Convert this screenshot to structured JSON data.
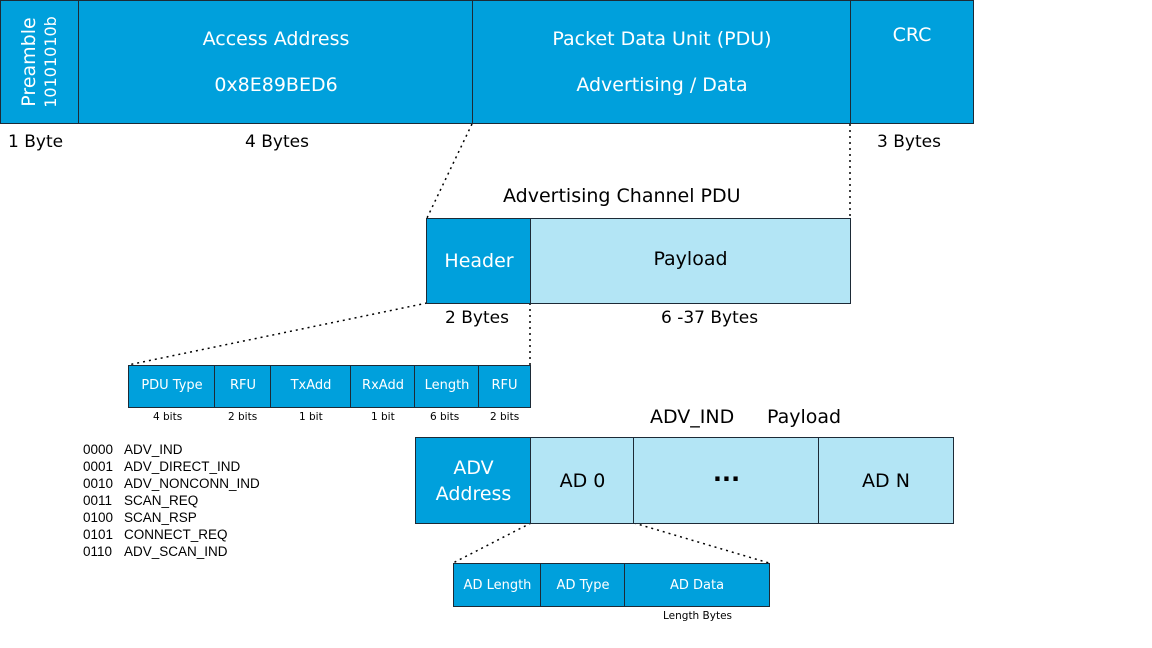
{
  "packet": {
    "preamble_label": "Preamble",
    "preamble_value": "10101010b",
    "preamble_size": "1 Byte",
    "access_address_label": "Access Address",
    "access_address_value": "0x8E89BED6",
    "access_address_size": "4 Bytes",
    "pdu_label": "Packet Data Unit (PDU)",
    "pdu_sublabel": "Advertising / Data",
    "crc_label": "CRC",
    "crc_size": "3 Bytes"
  },
  "adv_pdu": {
    "title": "Advertising Channel PDU",
    "header_label": "Header",
    "header_size": "2 Bytes",
    "payload_label": "Payload",
    "payload_size": "6 -37 Bytes"
  },
  "header_fields": [
    {
      "name": "PDU Type",
      "bits": "4 bits"
    },
    {
      "name": "RFU",
      "bits": "2 bits"
    },
    {
      "name": "TxAdd",
      "bits": "1 bit"
    },
    {
      "name": "RxAdd",
      "bits": "1 bit"
    },
    {
      "name": "Length",
      "bits": "6 bits"
    },
    {
      "name": "RFU",
      "bits": "2 bits"
    }
  ],
  "pdu_types": [
    {
      "code": "0000",
      "name": "ADV_IND"
    },
    {
      "code": "0001",
      "name": "ADV_DIRECT_IND"
    },
    {
      "code": "0010",
      "name": "ADV_NONCONN_IND"
    },
    {
      "code": "0011",
      "name": "SCAN_REQ"
    },
    {
      "code": "0100",
      "name": "SCAN_RSP"
    },
    {
      "code": "0101",
      "name": "CONNECT_REQ"
    },
    {
      "code": "0110",
      "name": "ADV_SCAN_IND"
    }
  ],
  "adv_ind": {
    "title_left": "ADV_IND",
    "title_right": "Payload",
    "address_line1": "ADV",
    "address_line2": "Address",
    "ad0": "AD 0",
    "ellipsis": "···",
    "adn": "AD N"
  },
  "ad_struct": {
    "length_label": "AD Length",
    "type_label": "AD Type",
    "data_label": "AD Data",
    "data_size": "Length Bytes"
  },
  "colors": {
    "dark": "#00a0dc",
    "light": "#b3e5f5",
    "border": "#1d2a36"
  }
}
